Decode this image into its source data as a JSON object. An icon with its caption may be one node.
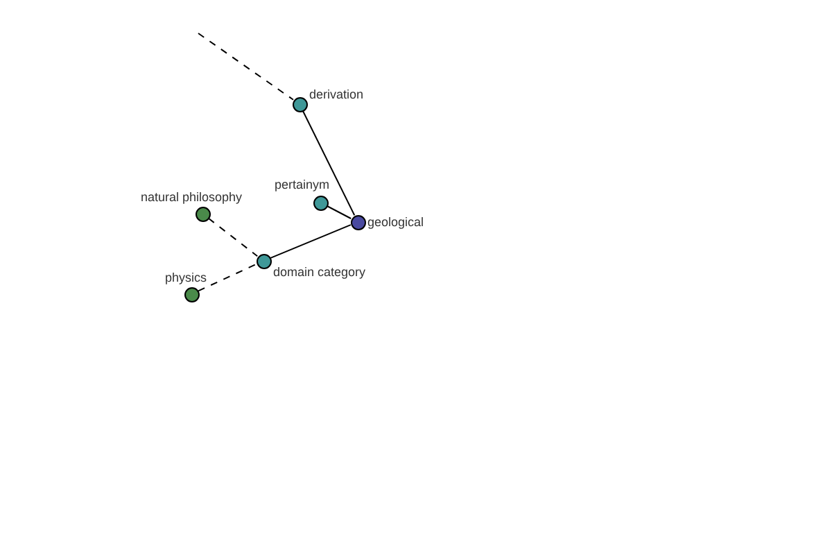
{
  "diagram": {
    "nodes": [
      {
        "text": [
          "derivation"
        ]
      },
      {
        "text": [
          "pertainym"
        ]
      },
      {
        "text": [
          "natural philosophy"
        ]
      },
      {
        "text": [
          "geological"
        ]
      },
      {
        "text": [
          "domain category"
        ]
      },
      {
        "text": [
          "physics"
        ]
      }
    ],
    "edges": [
      {
        "from": null,
        "to": 0,
        "arrow": "none",
        "style": "dashed"
      },
      {
        "from": 0,
        "to": 3,
        "arrow": "none"
      },
      {
        "from": 1,
        "to": 3,
        "arrow": "none"
      },
      {
        "from": 4,
        "to": 3,
        "arrow": "none"
      },
      {
        "from": 2,
        "to": 4,
        "arrow": "none",
        "style": "dashed"
      },
      {
        "from": 5,
        "to": 4,
        "arrow": "none",
        "style": "dashed"
      }
    ]
  }
}
